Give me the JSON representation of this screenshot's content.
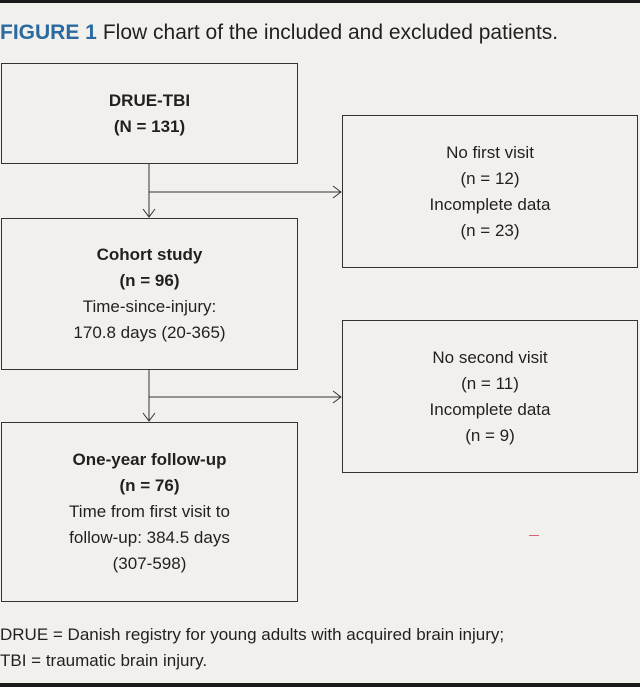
{
  "caption": {
    "label": "FIGURE 1",
    "text": "Flow chart of the included and excluded patients."
  },
  "boxes": {
    "drue": {
      "title": "DRUE-TBI",
      "count": "(N = 131)"
    },
    "exclusion_1": {
      "lines": [
        "No first visit",
        "(n = 12)",
        "Incomplete data",
        "(n = 23)"
      ]
    },
    "cohort": {
      "title": "Cohort study",
      "count": "(n = 96)",
      "lines": [
        "Time-since-injury:",
        "170.8 days (20-365)"
      ]
    },
    "exclusion_2": {
      "lines": [
        "No second visit",
        "(n = 11)",
        "Incomplete data",
        "(n = 9)"
      ]
    },
    "followup": {
      "title": "One-year follow-up",
      "count": "(n = 76)",
      "lines": [
        "Time from first visit to",
        "follow-up: 384.5 days",
        "(307-598)"
      ]
    }
  },
  "footnote": {
    "lines": [
      "DRUE =  Danish registry for young adults with acquired brain injury;",
      "TBI = traumatic brain injury."
    ]
  },
  "colors": {
    "background": "#f1f0ed",
    "figure_label": "#2b6aa0",
    "border": "#333333",
    "rule": "#1a1a1a"
  }
}
